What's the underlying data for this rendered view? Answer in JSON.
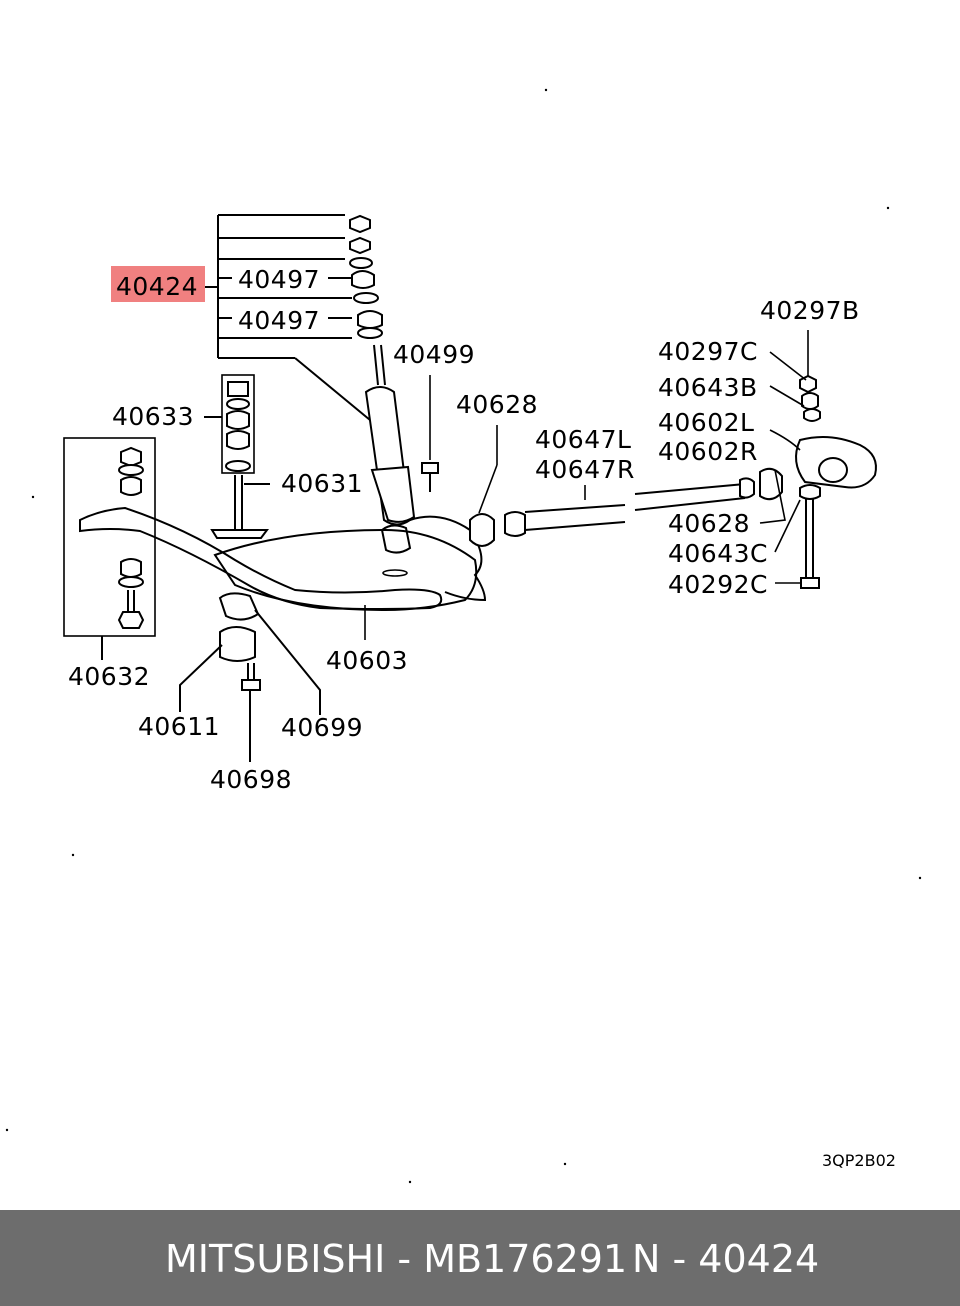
{
  "diagram": {
    "highlight_color": "#f08080",
    "labels": {
      "p40424": "40424",
      "p40497a": "40497",
      "p40497b": "40497",
      "p40499": "40499",
      "p40633": "40633",
      "p40631": "40631",
      "p40628a": "40628",
      "p40647L": "40647L",
      "p40647R": "40647R",
      "p40297B": "40297B",
      "p40297C": "40297C",
      "p40643B": "40643B",
      "p40602L": "40602L",
      "p40602R": "40602R",
      "p40628b": "40628",
      "p40643C": "40643C",
      "p40292C": "40292C",
      "p40632": "40632",
      "p40603": "40603",
      "p40611": "40611",
      "p40699": "40699",
      "p40698": "40698"
    },
    "drawing_code": "3QP2B02"
  },
  "footer": {
    "brand_part": "MITSUBISHI - MB176291",
    "ref": "N - 40424",
    "background": "#6d6d6d"
  }
}
